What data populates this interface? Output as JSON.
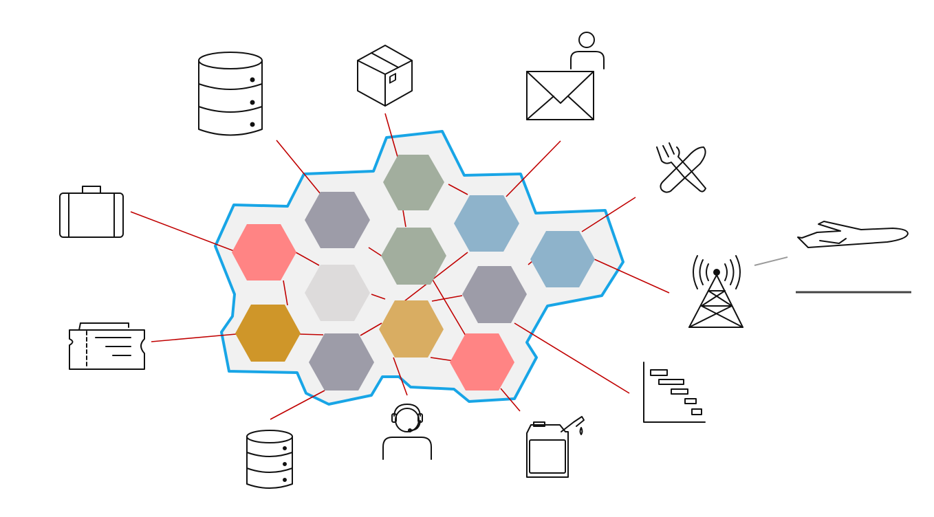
{
  "diagram": {
    "colors": {
      "cluster_fill": "#f1f1f1",
      "cluster_outline": "#18a5e6",
      "connector": "#c00000",
      "icon_stroke": "#111111",
      "runway": "#444444",
      "link_gray": "#9a9a9a"
    },
    "hexagons": [
      {
        "id": "hex-top-sage",
        "color": "#a2ae9e"
      },
      {
        "id": "hex-slate-1",
        "color": "#9d9ca8"
      },
      {
        "id": "hex-steel-blue-1",
        "color": "#8eb3cb"
      },
      {
        "id": "hex-salmon-1",
        "color": "#ff8484"
      },
      {
        "id": "hex-center-sage",
        "color": "#a2ae9e"
      },
      {
        "id": "hex-steel-blue-2",
        "color": "#8eb3cb"
      },
      {
        "id": "hex-light-gray",
        "color": "#dddbdb"
      },
      {
        "id": "hex-slate-2",
        "color": "#9d9ca8"
      },
      {
        "id": "hex-gold-dark",
        "color": "#cf9629"
      },
      {
        "id": "hex-gold-light",
        "color": "#d9ad62"
      },
      {
        "id": "hex-slate-3",
        "color": "#9d9ca8"
      },
      {
        "id": "hex-salmon-2",
        "color": "#ff8484"
      }
    ],
    "icons": [
      "database-icon",
      "package-box-icon",
      "mail-person-icon",
      "fork-knife-icon",
      "suitcase-icon",
      "ticket-icon",
      "radio-tower-icon",
      "airplane-icon",
      "gantt-chart-icon",
      "fuel-can-icon",
      "support-agent-icon",
      "small-database-icon"
    ]
  }
}
